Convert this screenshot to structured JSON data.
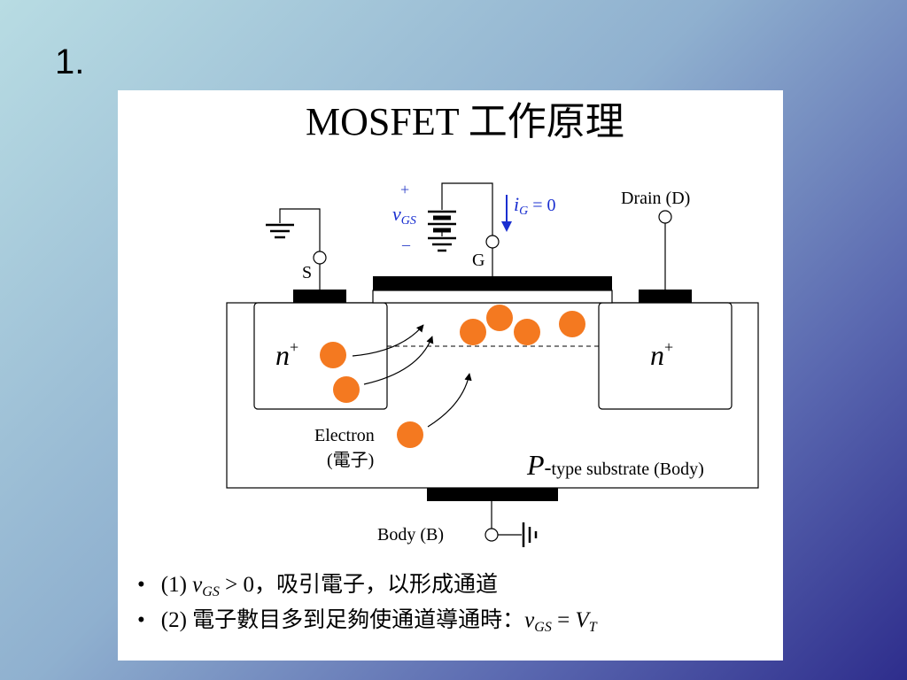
{
  "slide_number": "1.",
  "diagram": {
    "title": "MOSFET 工作原理",
    "vgs": {
      "plus": "+",
      "label_v": "v",
      "label_sub": "GS",
      "minus": "–"
    },
    "ig": {
      "label_i": "i",
      "label_sub": "G",
      "value": " = 0"
    },
    "source_label": "S",
    "gate_label": "G",
    "drain_label": "Drain (D)",
    "body_label": "Body (B)",
    "n_left": {
      "base": "n",
      "sup": "+"
    },
    "n_right": {
      "base": "n",
      "sup": "+"
    },
    "electron_label": "Electron",
    "electron_label_zh": "(電子)",
    "substrate": {
      "p": "P",
      "dash": "-",
      "text": "type substrate (Body)"
    }
  },
  "bullets": [
    {
      "bullet": "•",
      "prefix": "(1) ",
      "v": "v",
      "sub": "GS",
      "rest": " > 0，吸引電子，以形成通道"
    },
    {
      "bullet": "•",
      "prefix": "(2) 電子數目多到足夠使通道導通時：",
      "v": "v",
      "sub": "GS",
      "mid": " = ",
      "vt": "V",
      "vt_sub": "T"
    }
  ],
  "colors": {
    "electron": "#f47920",
    "arrow_blue": "#1a2fd0",
    "plus_minus_blue": "#2b3ec8"
  }
}
